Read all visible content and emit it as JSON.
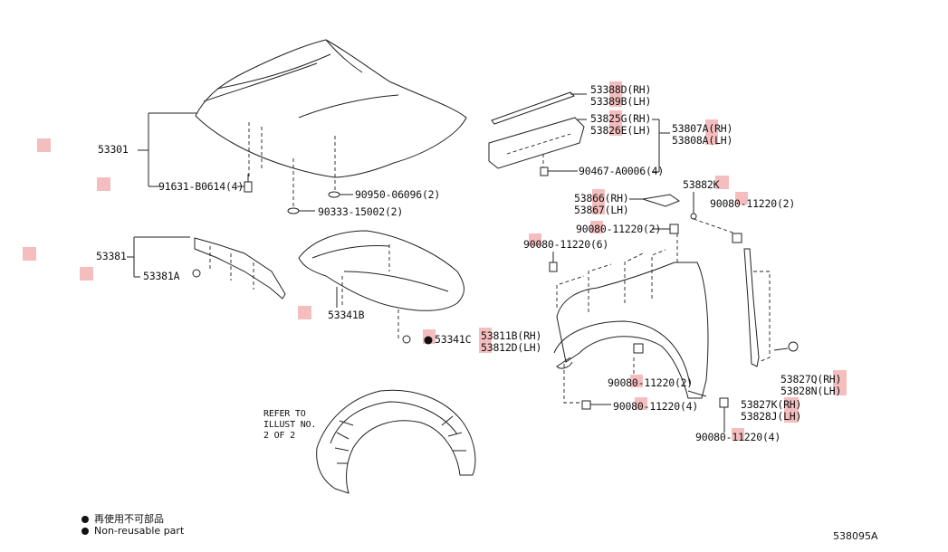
{
  "parts": {
    "p53301": "53301",
    "p91631": "91631-B0614(4)",
    "p90950": "90950-06096(2)",
    "p90333": "90333-15002(2)",
    "p53381": "53381",
    "p53381a": "53381A",
    "p53341b": "53341B",
    "p53341c": "53341C",
    "p53388d": "53388D(RH)",
    "p53389b": "53389B(LH)",
    "p53825g": "53825G(RH)",
    "p53826e": "53826E(LH)",
    "p53807a": "53807A(RH)",
    "p53808a": "53808A(LH)",
    "p90467": "90467-A0006(4)",
    "p53882k": "53882K",
    "p53866": "53866(RH)",
    "p53867": "53867(LH)",
    "p90080_a": "90080-11220(2)",
    "p90080_b": "90080-11220(2)",
    "p90080_c": "90080-11220(6)",
    "p53811b": "53811B(RH)",
    "p53812d": "53812D(LH)",
    "p90080_d": "90080-11220(2)",
    "p90080_e": "90080-11220(4)",
    "p90080_f": "90080-11220(4)",
    "p53827q": "53827Q(RH)",
    "p53828n": "53828N(LH)",
    "p53827k": "53827K(RH)",
    "p53828j": "53828J(LH)"
  },
  "refer_note": [
    "REFER TO",
    "ILLUST NO.",
    "2 OF 2"
  ],
  "legend": {
    "line1": "再使用不可部品",
    "line2": "Non-reusable part"
  },
  "figure_id": "538095A",
  "colors": {
    "highlight": "#f3b3b3",
    "line": "#222222"
  }
}
